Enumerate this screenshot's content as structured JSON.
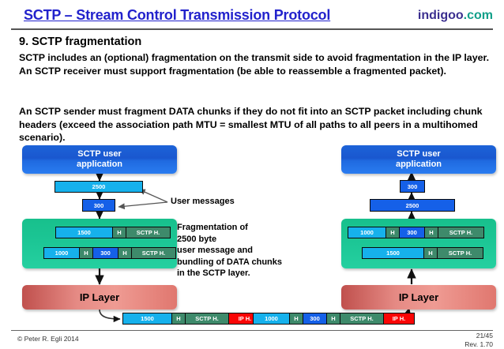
{
  "header": {
    "title": "SCTP – Stream Control Transmission Protocol",
    "brand_main": "indigoo",
    "brand_suffix": ".com",
    "title_color": "#2222cc",
    "brand_main_color": "#3b2f8f",
    "brand_suffix_color": "#12a08a"
  },
  "content": {
    "section_title": "9. SCTP fragmentation",
    "paragraph1": "SCTP includes an (optional) fragmentation on the transmit side to avoid fragmentation in the IP layer. An SCTP receiver must support fragmentation (be able to reassemble a fragmented packet).",
    "paragraph2": "An SCTP sender must fragment DATA chunks if they do not fit into an SCTP packet including chunk headers (exceed the association path MTU = smallest MTU of all paths to all peers in a multihomed scenario)."
  },
  "diagram": {
    "colors": {
      "app_layer": "#1a57cf",
      "sctp_layer": "#1bc594",
      "ip_layer": "#e58a84",
      "data_cyan": "#16b1ec",
      "data_blue": "#1560e8",
      "header_green": "#3e8a6b",
      "ip_header_red": "#fa0505"
    },
    "left": {
      "app_label_line1": "SCTP user",
      "app_label_line2": "application",
      "msg_big": "2500",
      "msg_small": "300",
      "sctp_rows": [
        [
          "1500",
          "H",
          "SCTP H."
        ],
        [
          "1000",
          "H",
          "300",
          "H",
          "SCTP H."
        ]
      ],
      "ip_label": "IP Layer"
    },
    "right": {
      "app_label_line1": "SCTP user",
      "app_label_line2": "application",
      "msg_small": "300",
      "msg_big": "2500",
      "sctp_rows": [
        [
          "1000",
          "H",
          "300",
          "H",
          "SCTP H."
        ],
        [
          "1500",
          "H",
          "SCTP H."
        ]
      ],
      "ip_label": "IP Layer"
    },
    "annotations": {
      "user_messages": "User messages",
      "fragmentation_note": "Fragmentation of\n2500 byte\nuser message and\nbundling of DATA chunks\nin the SCTP layer."
    },
    "wire_packets": [
      {
        "cells": [
          "1500",
          "H",
          "SCTP H.",
          "IP H."
        ]
      },
      {
        "cells": [
          "1000",
          "H",
          "300",
          "H",
          "SCTP H.",
          "IP H."
        ]
      }
    ]
  },
  "footer": {
    "copyright": "© Peter R. Egli 2014",
    "page": "21/45",
    "revision": "Rev. 1.70"
  }
}
